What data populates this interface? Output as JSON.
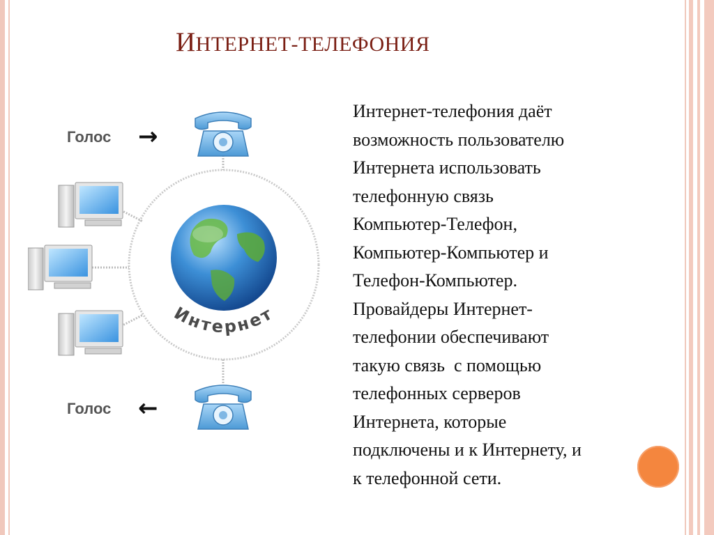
{
  "slide": {
    "title_cap": "И",
    "title_rest": "НТЕРНЕТ-ТЕЛЕФОНИЯ",
    "body_lines": [
      "Интернет-телефония даёт",
      "возможность пользователю",
      "Интернета использовать",
      "телефонную связь",
      "Компьютер-Телефон,",
      "Компьютер-Компьютер и",
      "Телефон-Компьютер.",
      "Провайдеры Интернет-",
      "телефонии обеспечивают",
      "такую связь  с помощью",
      "телефонных серверов",
      "Интернета, которые",
      "подключены и к Интернету, и",
      "к телефонной сети."
    ]
  },
  "diagram": {
    "voice_in_label": "Голос",
    "voice_out_label": "Голос",
    "ring_label": "Интернет",
    "icons": [
      "telephone-icon",
      "computer-icon",
      "globe-icon"
    ]
  },
  "colors": {
    "title": "#7a1f14",
    "frame": "#f0c8bc",
    "accent_circle": "#f4863e"
  }
}
